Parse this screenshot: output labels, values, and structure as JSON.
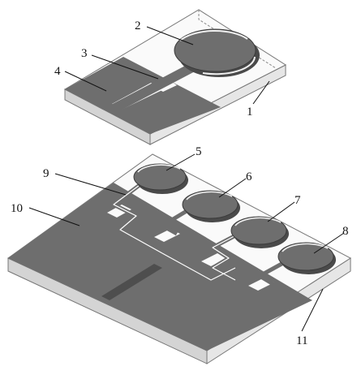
{
  "figure": {
    "labels": {
      "l1": "1",
      "l2": "2",
      "l3": "3",
      "l4": "4",
      "l5": "5",
      "l6": "6",
      "l7": "7",
      "l8": "8",
      "l9": "9",
      "l10": "10",
      "l11": "11"
    },
    "colors": {
      "metal": "#6e6e6e",
      "metal_edge": "#3a3a3a",
      "substrate_side": "#d4d4d4",
      "substrate_outline": "#777777",
      "leader": "#111111"
    }
  }
}
